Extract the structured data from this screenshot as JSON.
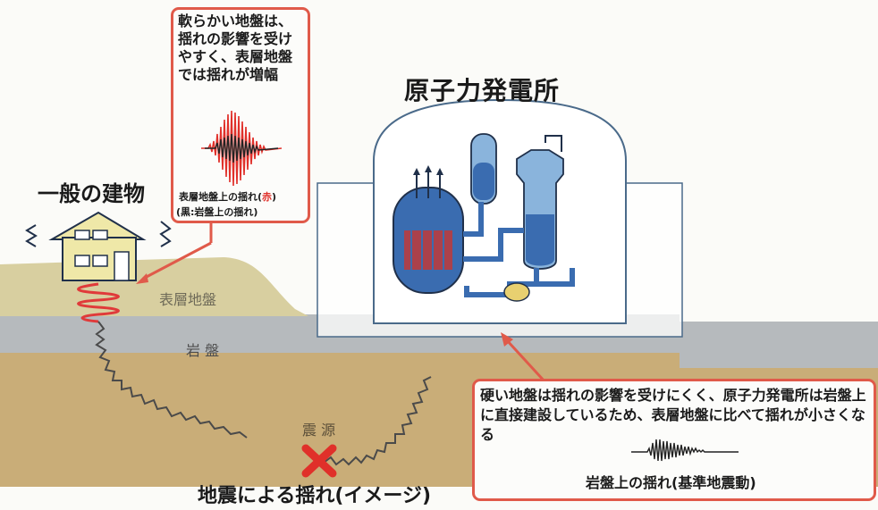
{
  "labels": {
    "plant_title": "原子力発電所",
    "building_title": "一般の建物",
    "surface_layer": "表層地盤",
    "bedrock": "岩 盤",
    "hypocenter": "震 源",
    "bottom_caption": "地震による揺れ(イメージ)"
  },
  "left_callout": {
    "text": "軟らかい地盤は、揺れの影響を受けやすく、表層地盤では揺れが増幅",
    "wave_caption_1_prefix": "表層地盤上の揺れ(",
    "wave_caption_1_red": "赤",
    "wave_caption_1_suffix": ")",
    "wave_caption_2": "(黒:岩盤上の揺れ)"
  },
  "right_callout": {
    "text": "硬い地盤は揺れの影響を受けにくく、原子力発電所は岩盤上に直接建設しているため、表層地盤に比べて揺れが小さくなる",
    "wave_caption": "岩盤上の揺れ(基準地震動)"
  },
  "colors": {
    "callout_border": "#e05a4a",
    "surface_ground": "#d8cfa0",
    "bedrock": "#b8bcc0",
    "deep_ground": "#c9ad78",
    "reactor_blue": "#4a7fc0",
    "house_fill": "#efe8a8",
    "hypocenter_mark": "#e0302a"
  }
}
